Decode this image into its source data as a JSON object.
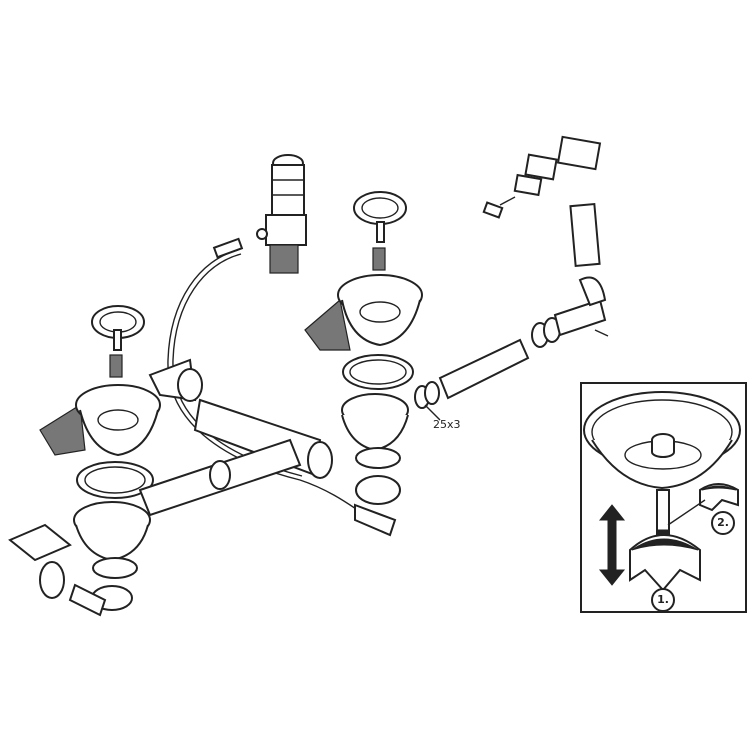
{
  "labels": {
    "oring_spec": "25x3",
    "step_1": "1.",
    "step_2": "2."
  }
}
